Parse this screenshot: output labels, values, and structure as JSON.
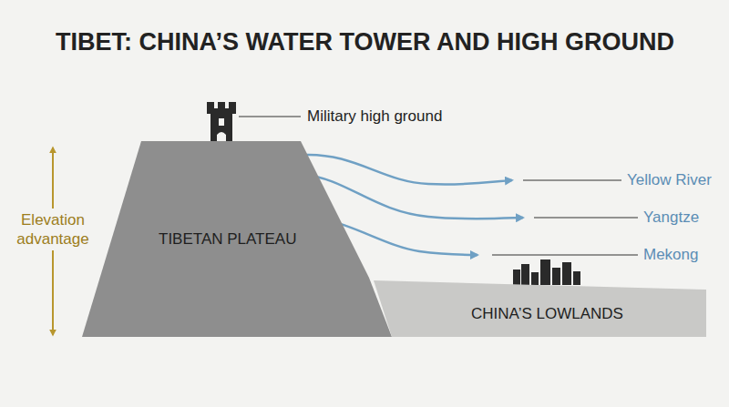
{
  "diagram": {
    "title": "TIBET: CHINA’S WATER TOWER AND HIGH GROUND",
    "nodes": [
      {
        "text": [
          "TIBETAN PLATEAU"
        ]
      },
      {
        "text": [
          "CHINA’S LOWLANDS"
        ]
      }
    ],
    "labels": [
      "Military high ground",
      "Elevation advantage",
      "Yellow River",
      "Yangtze",
      "Mekong"
    ]
  }
}
